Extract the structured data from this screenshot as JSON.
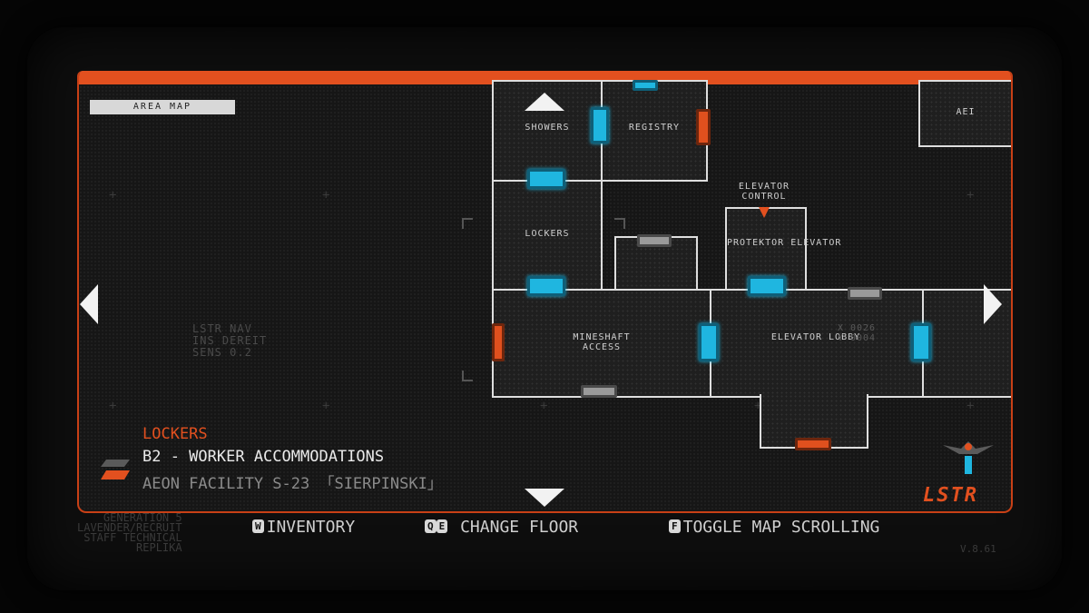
{
  "header": {
    "area_tag": "AREA MAP"
  },
  "map": {
    "rooms": {
      "showers": "SHOWERS",
      "registry": "REGISTRY",
      "lockers": "LOCKERS",
      "elevator_control": "ELEVATOR CONTROL",
      "protektor_elevator": "PROTEKTOR ELEVATOR",
      "mineshaft_access": "MINESHAFT ACCESS",
      "elevator_lobby": "ELEVATOR LOBBY",
      "partial_room": "AEI"
    },
    "overlay_text": "LSTR NAV\nINS DEREIT\nSENS 0.2",
    "coords": "X 0026\nY 0004"
  },
  "location": {
    "room": "LOCKERS",
    "floor": "B2 - WORKER ACCOMMODATIONS",
    "facility": "AEON FACILITY S-23 「SIERPINSKI」"
  },
  "logo": {
    "text": "LSTR"
  },
  "controls": {
    "inventory": {
      "key": "W",
      "label": "INVENTORY"
    },
    "change_floor": {
      "key1": "Q",
      "key2": "E",
      "label": "CHANGE FLOOR"
    },
    "toggle_scroll": {
      "key": "F",
      "label": "TOGGLE MAP SCROLLING"
    }
  },
  "ghost": {
    "left_text": "GENERATION 5\nLAVENDER/RECRUIT\nSTAFF TECHNICAL\nREPLIKA",
    "version": "V.8.61"
  },
  "colors": {
    "accent": "#e2501f",
    "door_open": "#1fb6e0",
    "door_locked": "#e0501e",
    "door_inactive": "#9a9a9a"
  }
}
